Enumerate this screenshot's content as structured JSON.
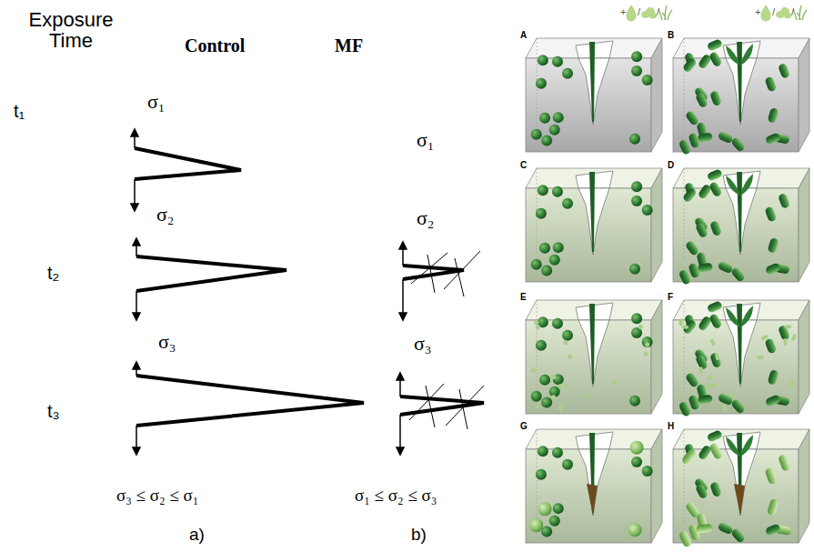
{
  "diagram": {
    "labels": [
      "Exposure Time",
      "Control",
      "MF",
      "t₁",
      "t₂",
      "t₃",
      "σ₁",
      "σ₂",
      "σ₃",
      "σ₁",
      "σ₂",
      "σ₃",
      "σ₃ ≤ σ₂ ≤ σ₁",
      "σ₁ ≤ σ₂ ≤ σ₃",
      "a)",
      "b)",
      "+",
      "/",
      "/",
      "+",
      "/",
      "/",
      "A",
      "B",
      "C",
      "D",
      "E",
      "F",
      "G",
      "H"
    ]
  }
}
